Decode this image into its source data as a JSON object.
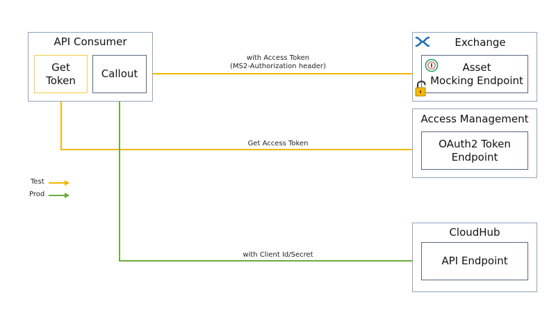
{
  "colors": {
    "test": "#f2b705",
    "prod": "#6aac3c",
    "group_border": "#8fa2bd",
    "box_border": "#56657d",
    "exchange_logo": "#1f6fb0",
    "lock": "#f2b705"
  },
  "consumer": {
    "title": "API Consumer",
    "get_token": {
      "line1": "Get",
      "line2": "Token"
    },
    "callout": "Callout"
  },
  "exchange": {
    "title": "Exchange",
    "logo_icon": "exchange-logo-icon",
    "asset": {
      "line1": "Asset",
      "line2": "Mocking Endpoint"
    },
    "asset_icon": "mock-service-icon",
    "lock_icon": "open-lock-icon"
  },
  "access_management": {
    "title": "Access Management",
    "oauth": {
      "line1": "OAuth2 Token",
      "line2": "Endpoint"
    }
  },
  "cloudhub": {
    "title": "CloudHub",
    "api_endpoint": "API Endpoint"
  },
  "edges": {
    "access_token": {
      "line1": "with Access Token",
      "line2": "(MS2-Authorization header)"
    },
    "get_access_token": "Get Access Token",
    "client_id": "with Client Id/Secret"
  },
  "legend": [
    {
      "label": "Test",
      "series": "test"
    },
    {
      "label": "Prod",
      "series": "prod"
    }
  ]
}
